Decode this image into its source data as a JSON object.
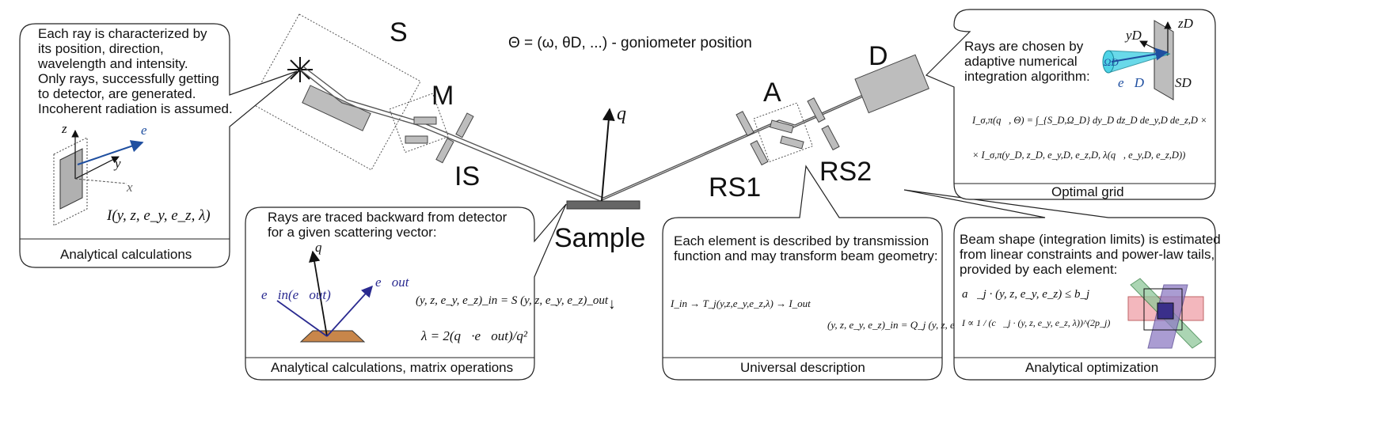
{
  "instrument": {
    "source_label": "S",
    "monochromator_label": "M",
    "incident_slit_label": "IS",
    "sample_label": "Sample",
    "analyzer_label": "A",
    "receiving_slit1_label": "RS1",
    "receiving_slit2_label": "RS2",
    "detector_label": "D",
    "scattering_vector_label": "q⃗",
    "goniometer_caption": "Θ = (ω, θD, ...) - goniometer position",
    "down_arrow_glyph": "↓"
  },
  "panels": {
    "analytical_calculations": {
      "lines": [
        "Each ray is characterized by",
        "its position, direction,",
        "wavelength and intensity.",
        "Only rays, successfully getting",
        "to detector, are generated.",
        "Incoherent radiation is assumed."
      ],
      "axis_z": "z",
      "axis_y": "y",
      "axis_x": "x",
      "vector_label": "e⃗",
      "formula": "I(y, z, e_y, e_z, λ)",
      "footer": "Analytical calculations"
    },
    "backward_tracing": {
      "lines": [
        "Rays are traced backward from detector",
        "for a given scattering vector:"
      ],
      "q_label": "q⃗",
      "e_in_label": "e⃗in(e⃗out)",
      "e_out_label": "e⃗out",
      "matrix_equation": "(y, z, e_y, e_z)_in = S (y, z, e_y, e_z)_out",
      "lambda_equation": "λ = 2(q⃗·e⃗out)/q²",
      "footer": "Analytical calculations, matrix operations"
    },
    "universal": {
      "lines": [
        "Each element is described by transmission",
        "function and may transform beam geometry:"
      ],
      "transmission_equation": "I_in → T_j(y,z,e_y,e_z,λ) → I_out",
      "matrix_equation": "(y, z, e_y, e_z)_in = Q_j (y, z, e_y, e_z)_out",
      "footer": "Universal description"
    },
    "optimization": {
      "lines": [
        "Beam shape (integration limits) is estimated",
        "from linear constraints and power-law tails,",
        "provided by each element:"
      ],
      "constraint": "a⃗_j · (y, z, e_y, e_z) ≤ b_j",
      "tail": "I ∝ 1 / (c⃗_j · (y, z, e_y, e_z, λ))^(2p_j)",
      "footer": "Analytical optimization"
    },
    "optimal_grid": {
      "lines": [
        "Rays are chosen by",
        "adaptive numerical",
        "integration algorithm:"
      ],
      "axis_z": "zD",
      "axis_y": "yD",
      "omega_label": "ΩD",
      "vector_label": "e⃗D",
      "surface_label": "SD",
      "integral_line1": "I_σ,π(q⃗, Θ) = ∫_{S_D,Ω_D} dy_D dz_D de_y,D de_z,D ×",
      "integral_line2": "× I_σ,π(y_D, z_D, e_y,D, e_z,D, λ(q⃗, e_y,D, e_z,D))",
      "footer": "Optimal grid"
    }
  },
  "colors": {
    "vector_blue": "#1f4fa0",
    "vector_navy": "#2a2a90",
    "sample_plate": "#c8864a",
    "detector_gray": "#bdbdbd",
    "cone_cyan": "#4fd3e6",
    "constraint_pink": "#f0a0a8",
    "constraint_green": "#8fc79a",
    "constraint_violet": "#8e7cc3"
  }
}
